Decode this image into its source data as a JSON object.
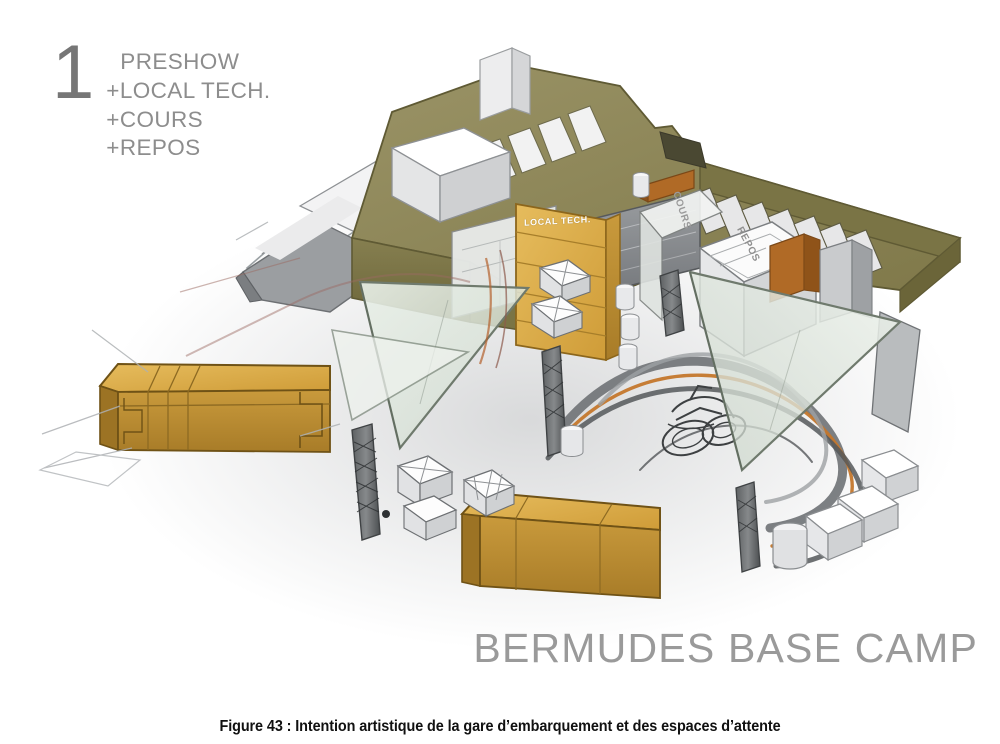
{
  "figure": {
    "caption": "Figure 43 : Intention artistique de la gare d’embarquement et des espaces d’attente"
  },
  "annotation": {
    "step_number": "1",
    "lines": [
      "PRESHOW",
      "+LOCAL TECH.",
      "+COURS",
      "+REPOS"
    ]
  },
  "project": {
    "title": "BERMUDES BASE CAMP"
  },
  "scene_labels": {
    "local_tech": "LOCAL TECH.",
    "cours": "COURS",
    "repos": "REPOS"
  },
  "colors": {
    "background": "#ffffff",
    "annotation_text": "#8d8d8d",
    "step_number": "#767676",
    "project_title": "#9a9a9a",
    "caption_text": "#111111",
    "container_yellow": "#d9a843",
    "container_yellow_dark": "#b8882f",
    "container_yellow_light": "#e3ba5e",
    "roof_olive": "#8e8757",
    "roof_olive_dark": "#6f6a40",
    "glass_green": "#d7e0d6",
    "glass_edge": "#6f7a6d",
    "concrete_gray": "#8d9093",
    "concrete_gray_dark": "#63666a",
    "track_orange": "#c4772c",
    "track_gray": "#77797c",
    "white_box": "#f4f4f4",
    "ground_shadow": "#e4e4e6"
  }
}
